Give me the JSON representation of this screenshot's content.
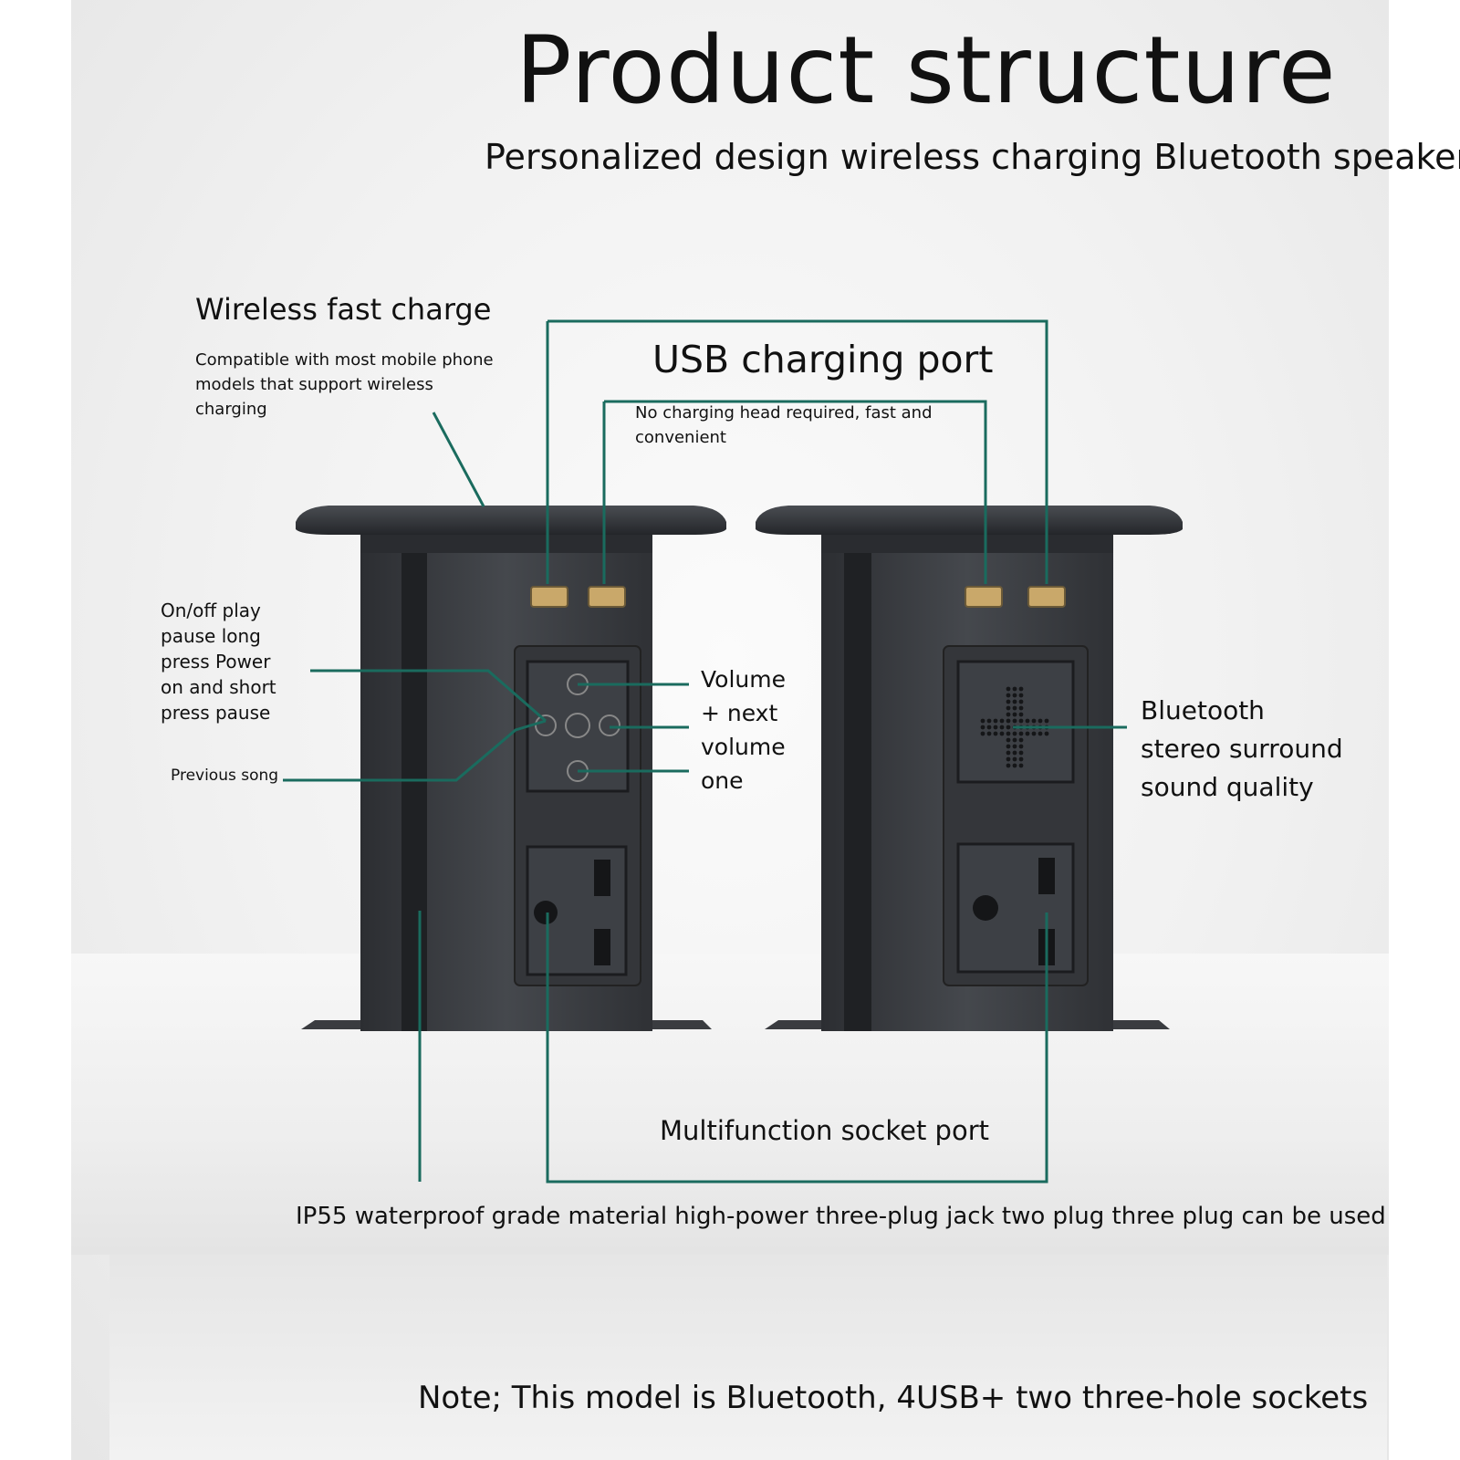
{
  "title": "Product structure",
  "subtitle": "Personalized design wireless charging Bluetooth speaker",
  "callouts": {
    "wireless_title": "Wireless fast charge",
    "wireless_desc": "Compatible with most mobile phone\n models that support wireless\ncharging",
    "usb_title": "USB charging port",
    "usb_desc": "No charging head required, fast and\nconvenient",
    "onoff": "On/off play\npause long\npress Power\non and short\npress pause",
    "previous": "Previous song",
    "volume": "Volume\n+ next\nvolume\none",
    "bluetooth": "Bluetooth\nstereo surround\n sound quality",
    "socket": "Multifunction socket port",
    "ip55": "IP55 waterproof grade material high-power three-plug jack two plug three plug can be used"
  },
  "note": "Note; This model is Bluetooth, 4USB+ two three-hole sockets",
  "colors": {
    "leader_line": "#1a6b5e",
    "device_body": "#3a3d42",
    "usb_port": "#c9a86a"
  }
}
